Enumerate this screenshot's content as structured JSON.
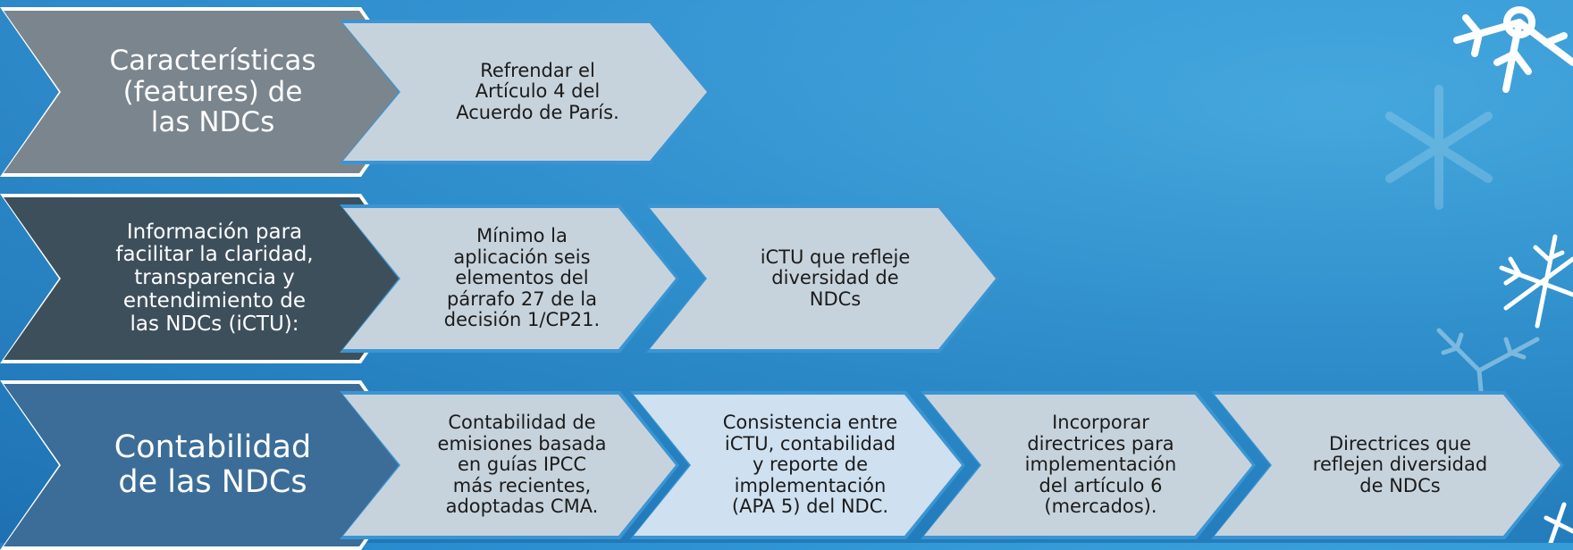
{
  "rows": [
    {
      "heading": "Características\n(features) de\nlas NDCs",
      "items": [
        "Refrendar el\nArtículo 4 del\nAcuerdo de París."
      ]
    },
    {
      "heading": "Información para\nfacilitar la claridad,\ntransparencia y\nentendimiento de\nlas NDCs (iCTU):",
      "items": [
        "Mínimo  la\naplicación seis\nelementos del\npárrafo 27 de la\ndecisión 1/CP21.",
        "iCTU que refleje\ndiversidad de\nNDCs"
      ]
    },
    {
      "heading": "Contabilidad\nde las NDCs",
      "items": [
        "Contabilidad de\nemisiones basada\nen guías IPCC\nmás recientes,\nadoptadas CMA.",
        "Consistencia entre\niCTU, contabilidad\ny reporte de\nimplementación\n(APA 5) del NDC.",
        "Incorporar\ndirectrices para\nimplementación\ndel artículo 6\n(mercados).",
        "Directrices que\nreflejen diversidad\nde NDCs"
      ]
    }
  ],
  "colors": {
    "heading_row1": "#7b858d",
    "heading_row2": "#3e4f5c",
    "heading_row3": "#3b6d98",
    "item_fill": "#c7d3dc",
    "item_fill_alt": "#cfe0f0",
    "background": "#2b8fd0"
  }
}
